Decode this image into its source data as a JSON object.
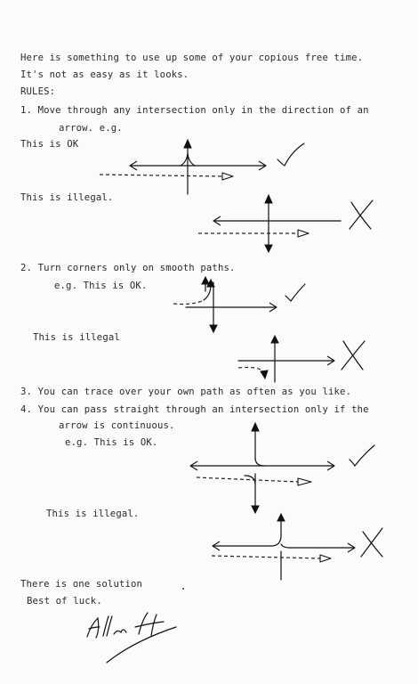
{
  "intro": {
    "line1": "Here is something to use up some of your copious free time.",
    "line2": "It's not as easy as it looks."
  },
  "rules_heading": "RULES:",
  "rule1": {
    "line1": "1. Move through any intersection only in the direction of an",
    "line2": "arrow. e.g.",
    "ok_label": "This is OK",
    "illegal_label": "This is illegal."
  },
  "rule2": {
    "line1": "2. Turn corners only on smooth paths.",
    "ok_label": "e.g. This is OK.",
    "illegal_label": "This is illegal"
  },
  "rule3": {
    "line1": "3. You can trace over your own path as often as you like."
  },
  "rule4": {
    "line1": "4. You can pass straight through an intersection only if the",
    "line2": "arrow is continuous.",
    "ok_label": "e.g. This is OK.",
    "illegal_label": "This is illegal."
  },
  "closing": {
    "line1": "There is one solution",
    "line2": "Best of luck."
  },
  "signature_text": "Allan H",
  "icons": {
    "ok": "check-mark-icon",
    "illegal": "cross-mark-icon"
  }
}
